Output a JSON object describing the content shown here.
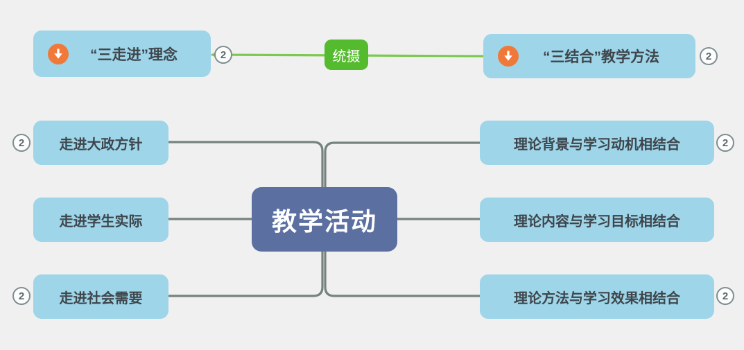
{
  "colors": {
    "background": "#f0f0f1",
    "subtopic_fill": "#9ed5e9",
    "central_fill": "#5b6fa0",
    "topic_text": "#3e464c",
    "central_text": "#ffffff",
    "connector": "#75827e",
    "relationship_line": "#7dc94f",
    "relationship_badge": "#55bb2e",
    "marker_icon": "#f0793a",
    "badge_border": "#7f8e91",
    "badge_text": "#5a696b"
  },
  "central_topic": {
    "label": "教学活动"
  },
  "floating_topics": {
    "left": {
      "label": "“三走进”理念",
      "badge": "2",
      "icon": "down-arrow"
    },
    "right": {
      "label": "“三结合”教学方法",
      "badge": "2",
      "icon": "down-arrow"
    }
  },
  "relationship": {
    "label": "统摄"
  },
  "left_subtopics": [
    {
      "label": "走进大政方针",
      "badge": "2"
    },
    {
      "label": "走进学生实际"
    },
    {
      "label": "走进社会需要",
      "badge": "2"
    }
  ],
  "right_subtopics": [
    {
      "label": "理论背景与学习动机相结合",
      "badge": "2"
    },
    {
      "label": "理论内容与学习目标相结合"
    },
    {
      "label": "理论方法与学习效果相结合",
      "badge": "2"
    }
  ]
}
